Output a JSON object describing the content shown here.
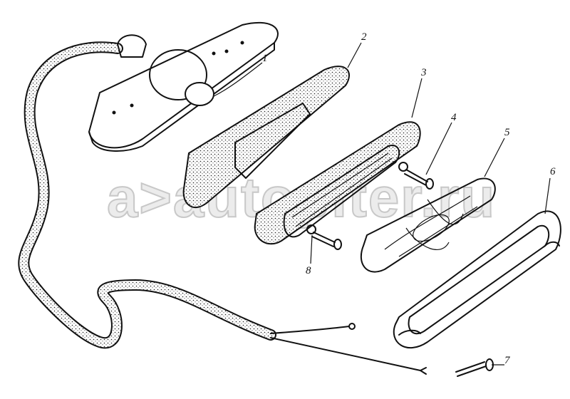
{
  "watermark": "a>autopiter.ru",
  "callouts": [
    "1",
    "2",
    "3",
    "4",
    "5",
    "6",
    "7",
    "8"
  ],
  "parts": [
    "housing-plate",
    "gasket",
    "frame",
    "screw",
    "lens",
    "rim",
    "screw",
    "screw"
  ]
}
